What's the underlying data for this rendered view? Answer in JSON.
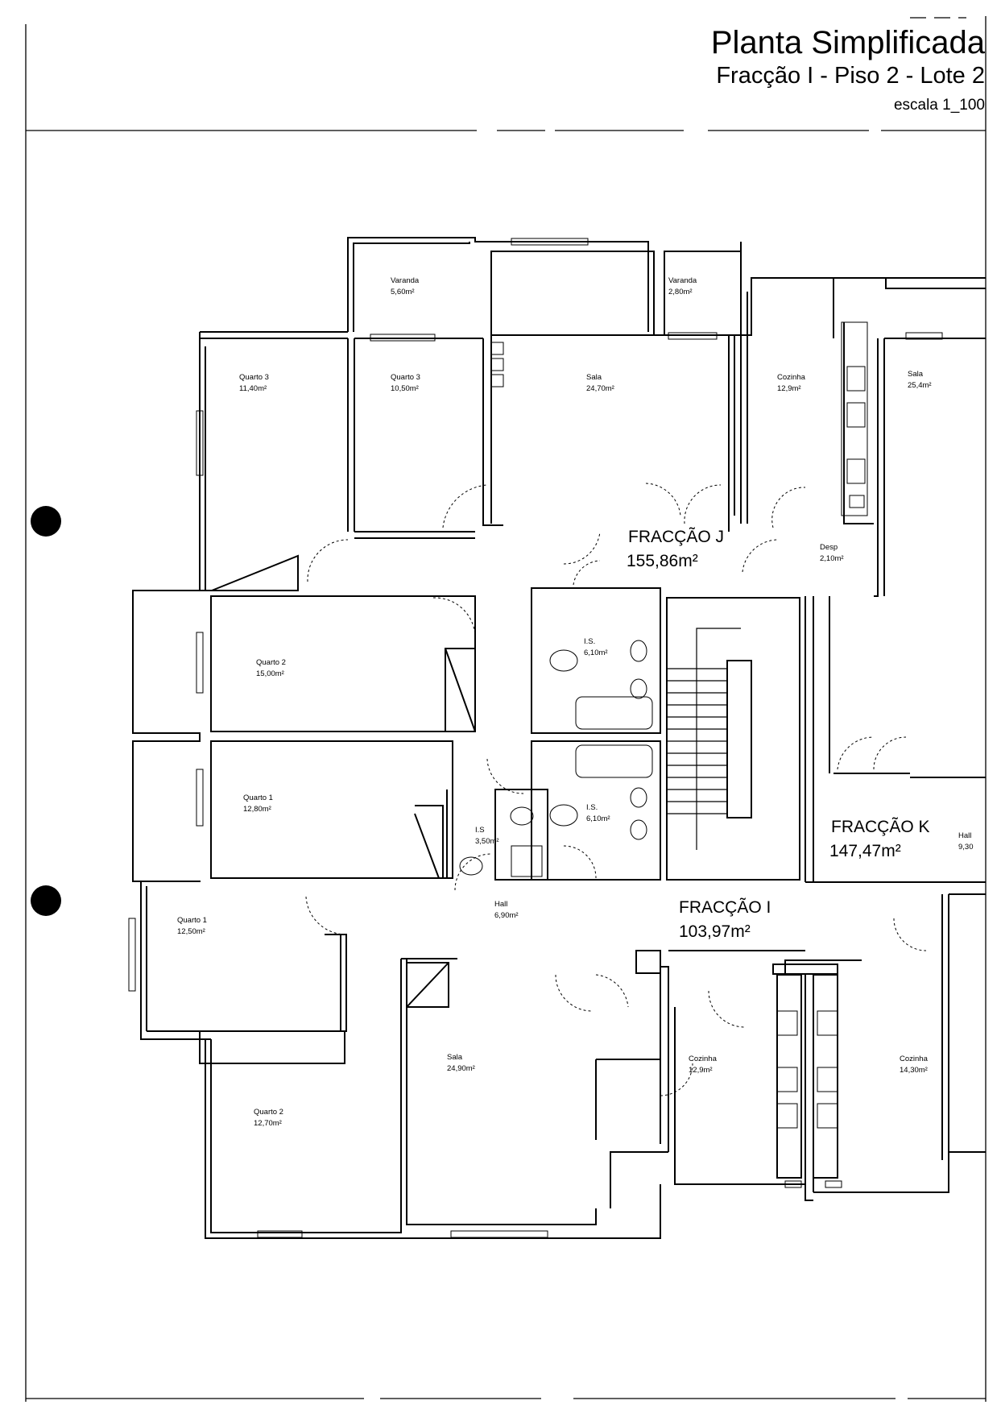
{
  "title": {
    "main": "Planta Simplificada",
    "subtitle": "Fracção I - Piso 2 - Lote 2",
    "scale": "escala 1_100"
  },
  "rooms": [
    {
      "id": "varanda-1",
      "name": "Varanda",
      "area": "5,60m²"
    },
    {
      "id": "varanda-2",
      "name": "Varanda",
      "area": "2,80m²"
    },
    {
      "id": "quarto3-a",
      "name": "Quarto 3",
      "area": "11,40m²"
    },
    {
      "id": "quarto3-b",
      "name": "Quarto 3",
      "area": "10,50m²"
    },
    {
      "id": "sala-j",
      "name": "Sala",
      "area": "24,70m²"
    },
    {
      "id": "cozinha-j",
      "name": "Cozinha",
      "area": "12,9m²"
    },
    {
      "id": "sala-right",
      "name": "Sala",
      "area": "25,4m²"
    },
    {
      "id": "desp",
      "name": "Desp",
      "area": "2,10m²"
    },
    {
      "id": "quarto2-a",
      "name": "Quarto 2",
      "area": "15,00m²"
    },
    {
      "id": "is-upper",
      "name": "I.S.",
      "area": "6,10m²"
    },
    {
      "id": "quarto1-a",
      "name": "Quarto 1",
      "area": "12,80m²"
    },
    {
      "id": "is-lower",
      "name": "I.S.",
      "area": "6,10m²"
    },
    {
      "id": "is-small",
      "name": "I.S",
      "area": "3,50m²"
    },
    {
      "id": "hall-k",
      "name": "Hall",
      "area": "9,30"
    },
    {
      "id": "quarto1-b",
      "name": "Quarto 1",
      "area": "12,50m²"
    },
    {
      "id": "hall-i",
      "name": "Hall",
      "area": "6,90m²"
    },
    {
      "id": "sala-i",
      "name": "Sala",
      "area": "24,90m²"
    },
    {
      "id": "cozinha-i",
      "name": "Cozinha",
      "area": "12,9m²"
    },
    {
      "id": "cozinha-k",
      "name": "Cozinha",
      "area": "14,30m²"
    },
    {
      "id": "quarto2-b",
      "name": "Quarto 2",
      "area": "12,70m²"
    }
  ],
  "fractions": [
    {
      "id": "fraccao-j",
      "name": "FRACÇÃO J",
      "area": "155,86m²"
    },
    {
      "id": "fraccao-k",
      "name": "FRACÇÃO K",
      "area": "147,47m²"
    },
    {
      "id": "fraccao-i",
      "name": "FRACÇÃO I",
      "area": "103,97m²"
    }
  ]
}
